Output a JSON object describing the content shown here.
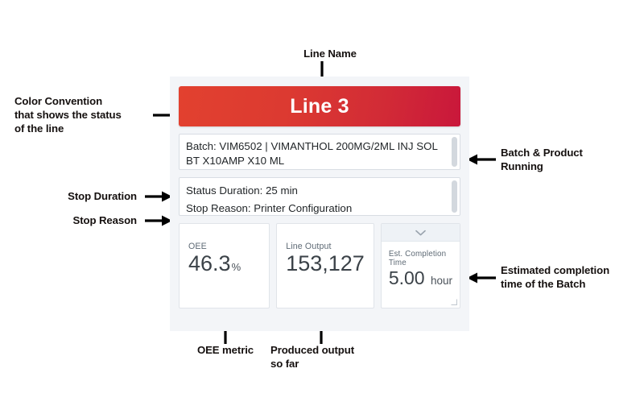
{
  "widget": {
    "header": {
      "line_name": "Line 3",
      "status_color": "#d2283a",
      "gradient_from": "#e2412f",
      "gradient_to": "#c9173b"
    },
    "batch_panel": {
      "text": "Batch: VIM6502 | VIMANTHOL 200MG/2ML INJ SOL BT X10AMP X10 ML"
    },
    "status_panel": {
      "duration_line": "Status Duration: 25 min",
      "reason_line": "Stop Reason: Printer Configuration"
    },
    "cards": [
      {
        "label": "OEE",
        "value": "46.3",
        "unit": "%"
      },
      {
        "label": "Line Output",
        "value": "153,127",
        "unit": ""
      },
      {
        "label": "Est. Completion Time",
        "value": "5.00",
        "unit": "hour"
      }
    ]
  },
  "annotations": {
    "line_name": "Line Name",
    "color_convention": "Color Convention\nthat shows the status\nof the line",
    "stop_duration": "Stop Duration",
    "stop_reason": "Stop Reason",
    "batch_product": "Batch & Product\nRunning",
    "est_completion": "Estimated completion\ntime of the Batch",
    "oee_metric": "OEE metric",
    "produced_output": "Produced output\nso far"
  }
}
